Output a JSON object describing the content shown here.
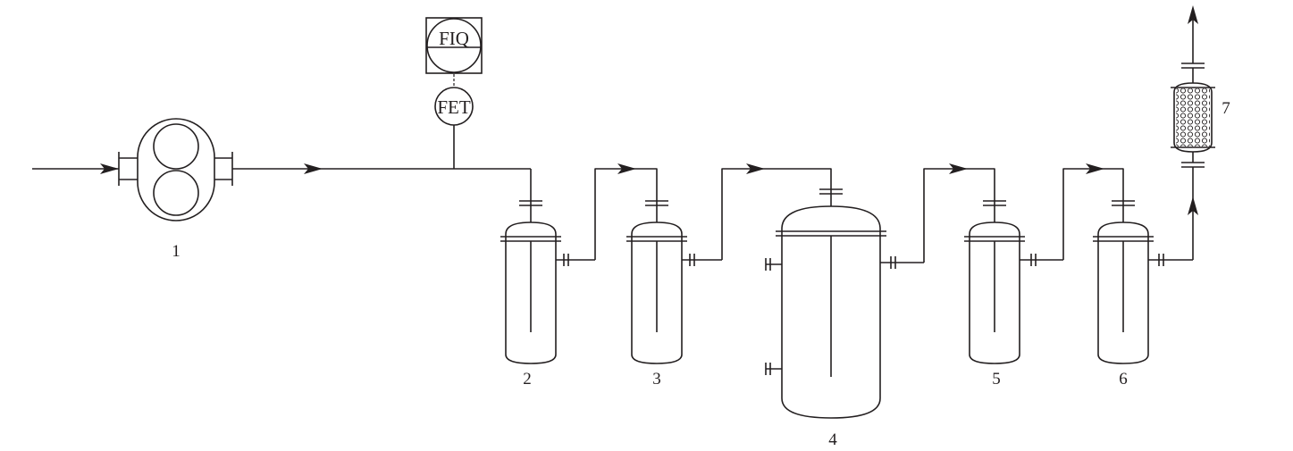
{
  "instruments": {
    "indicator": "FIQ",
    "transmitter": "FET"
  },
  "equipment_labels": [
    "1",
    "2",
    "3",
    "4",
    "5",
    "6",
    "7"
  ],
  "colors": {
    "line": "#231f20",
    "background": "#ffffff"
  }
}
